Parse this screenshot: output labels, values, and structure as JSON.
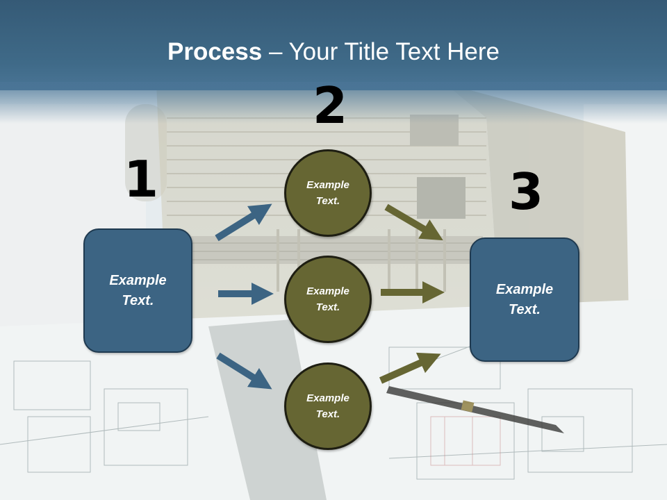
{
  "title": {
    "bold": "Process",
    "rest": " – Your Title Text Here"
  },
  "steps": [
    {
      "number": "1",
      "text": "Example\nText."
    },
    {
      "number": "2",
      "circles": [
        {
          "text": "Example\nText."
        },
        {
          "text": "Example\nText."
        },
        {
          "text": "Example\nText."
        }
      ]
    },
    {
      "number": "3",
      "text": "Example\nText."
    }
  ],
  "colors": {
    "title_bar": "#3f6a88",
    "box_fill": "#3c6483",
    "circle_fill": "#666633",
    "arrow_blue": "#3c6483",
    "arrow_olive": "#666633"
  }
}
